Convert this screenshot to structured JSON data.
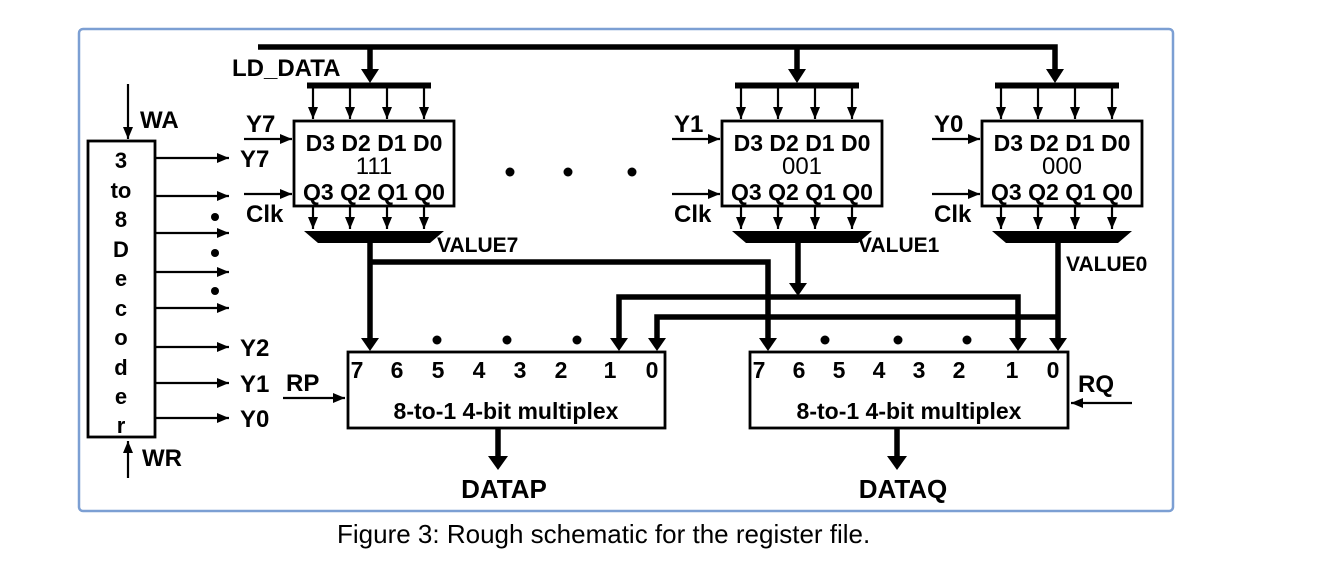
{
  "figure": {
    "caption": "Figure 3: Rough schematic for the register file."
  },
  "colors": {
    "frame": "#7c9fd3",
    "ink": "#000000"
  },
  "bus": {
    "label": "LD_DATA"
  },
  "decoder": {
    "title_lines": [
      "3",
      "to",
      "8",
      "D",
      "e",
      "c",
      "o",
      "d",
      "e",
      "r"
    ],
    "write_address_label": "WA",
    "write_enable_label": "WR",
    "output_labels": [
      "Y7",
      "Y2",
      "Y1",
      "Y0"
    ]
  },
  "registers": [
    {
      "enable": "Y7",
      "clock": "Clk",
      "d_row": "D3 D2 D1 D0",
      "value": "111",
      "q_row": "Q3 Q2 Q1 Q0",
      "output": "VALUE7"
    },
    {
      "enable": "Y1",
      "clock": "Clk",
      "d_row": "D3 D2 D1 D0",
      "value": "001",
      "q_row": "Q3 Q2 Q1 Q0",
      "output": "VALUE1"
    },
    {
      "enable": "Y0",
      "clock": "Clk",
      "d_row": "D3 D2 D1 D0",
      "value": "000",
      "q_row": "Q3 Q2 Q1 Q0",
      "output": "VALUE0"
    }
  ],
  "muxes": [
    {
      "select": "RP",
      "inputs": [
        "7",
        "6",
        "5",
        "4",
        "3",
        "2",
        "1",
        "0"
      ],
      "label": "8-to-1 4-bit multiplex",
      "output": "DATAP"
    },
    {
      "select": "RQ",
      "inputs": [
        "7",
        "6",
        "5",
        "4",
        "3",
        "2",
        "1",
        "0"
      ],
      "label": "8-to-1 4-bit multiplex",
      "output": "DATAQ"
    }
  ]
}
